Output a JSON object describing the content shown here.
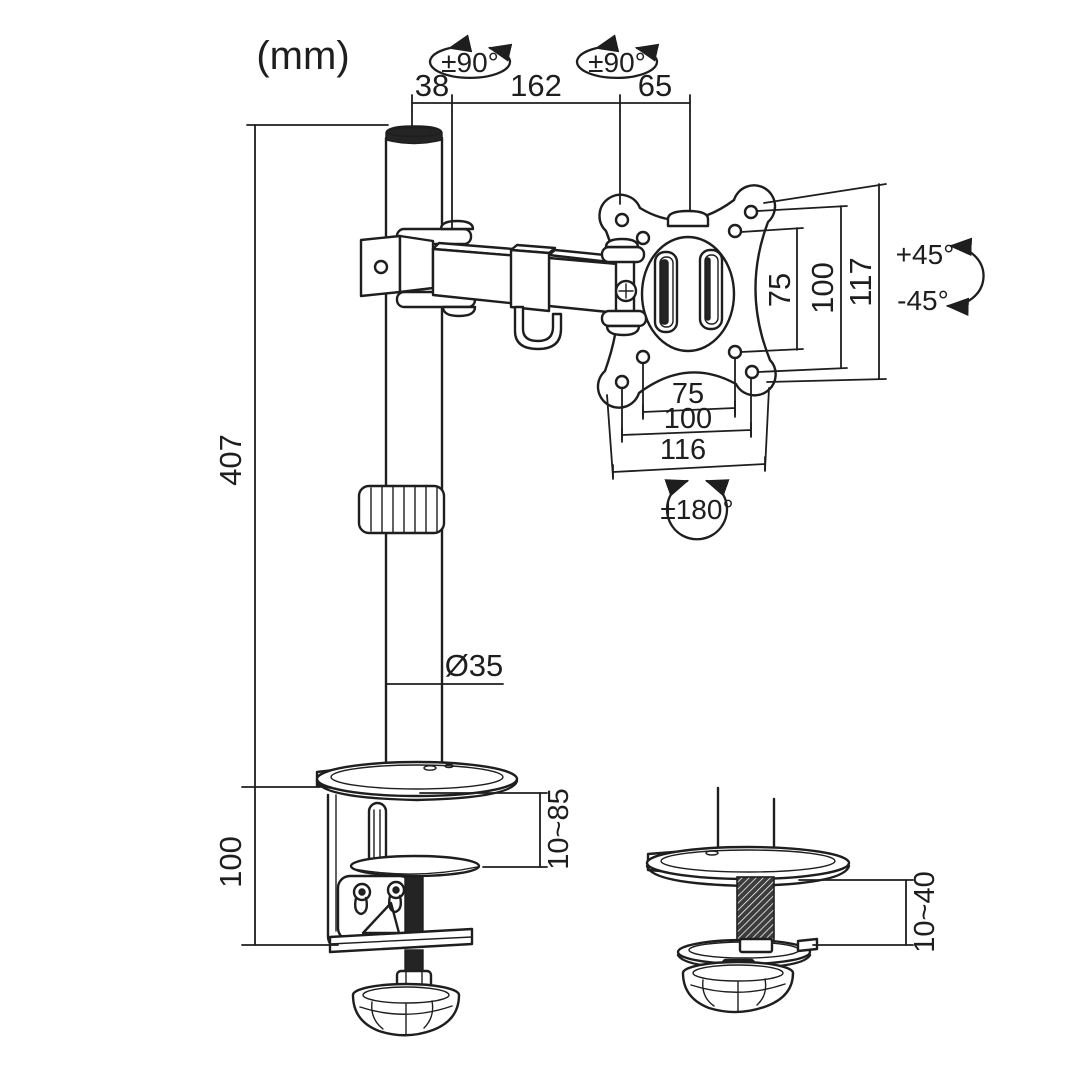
{
  "drawing": {
    "unit_label": "(mm)",
    "line_color": "#1e1e1e",
    "background": "#ffffff"
  },
  "rotation": {
    "pole_swivel": "±90°",
    "vesa_swivel": "±90°",
    "tilt_up": "+45°",
    "tilt_down": "-45°",
    "screen_rotation": "±180°"
  },
  "dimensions": {
    "top": {
      "pole_to_first_joint": "38",
      "arm_length": "162",
      "joint_to_vesa": "65"
    },
    "vesa_vertical": {
      "inner": "75",
      "outer": "100",
      "plate": "117"
    },
    "vesa_horizontal": {
      "inner": "75",
      "outer": "100",
      "plate": "116"
    },
    "pole_height": "407",
    "pole_diameter": "Ø35",
    "clamp_bracket_height": "100",
    "clamp_desk_thickness": "10~85",
    "grommet_desk_thickness": "10~40"
  }
}
